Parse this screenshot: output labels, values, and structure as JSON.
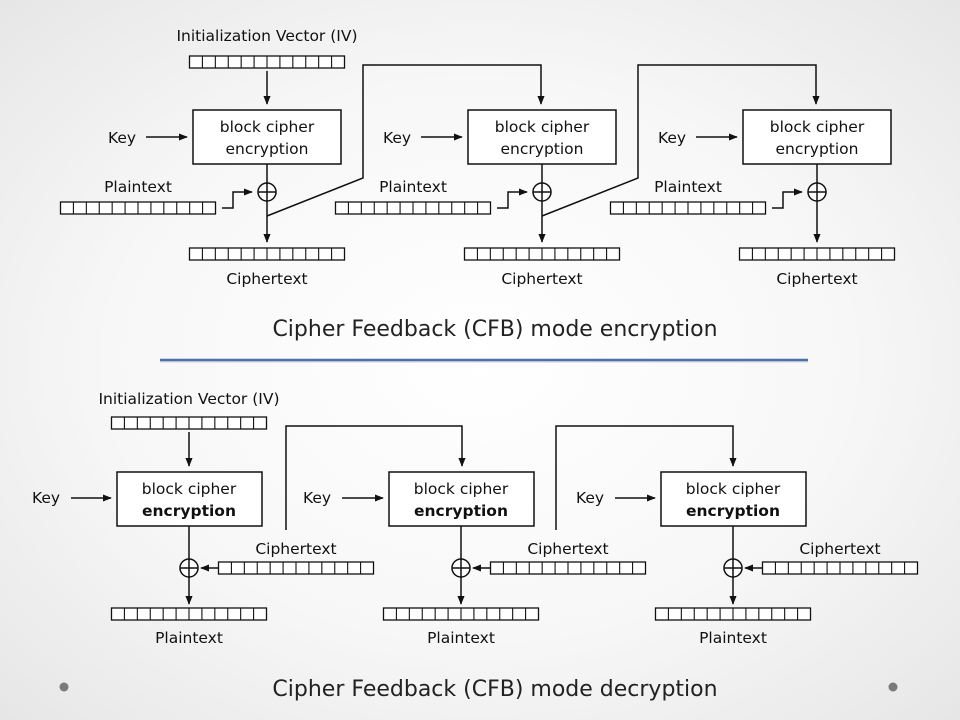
{
  "encryption": {
    "caption": "Cipher Feedback (CFB) mode encryption",
    "iv_label": "Initialization Vector (IV)",
    "key_label": "Key",
    "box_line1": "block cipher",
    "box_line2": "encryption",
    "input_label": "Plaintext",
    "output_label": "Ciphertext"
  },
  "decryption": {
    "caption": "Cipher Feedback (CFB) mode decryption",
    "iv_label": "Initialization Vector (IV)",
    "key_label": "Key",
    "box_line1": "block cipher",
    "box_line2": "encryption",
    "input_label": "Ciphertext",
    "output_label": "Plaintext"
  },
  "colors": {
    "divider": "#4f6fa8",
    "nav_dot": "#7a7a7a"
  }
}
